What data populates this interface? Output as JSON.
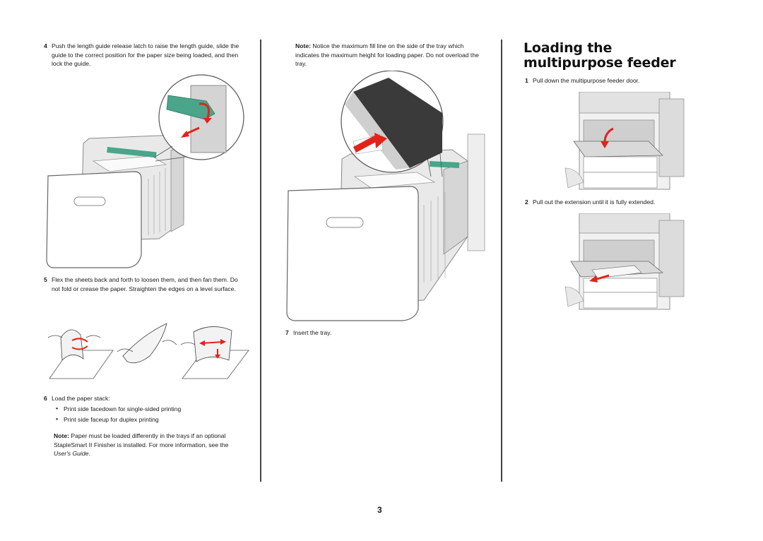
{
  "column1": {
    "step4": {
      "num": "4",
      "text": "Push the length guide release latch to raise the length guide, slide the guide to the correct position for the paper size being loaded, and then lock the guide."
    },
    "step5": {
      "num": "5",
      "text": "Flex the sheets back and forth to loosen them, and then fan them. Do not fold or crease the paper. Straighten the edges on a level surface."
    },
    "step6": {
      "num": "6",
      "text": "Load the paper stack:"
    },
    "bullets": [
      "Print side facedown for single-sided printing",
      "Print side faceup for duplex printing"
    ],
    "note": {
      "label": "Note:",
      "text": " Paper must be loaded differently in the trays if an optional StapleSmart II Finisher is installed. For more information, see the ",
      "guide": "User's Guide",
      "end": "."
    }
  },
  "column2": {
    "note": {
      "label": "Note:",
      "text": " Notice the maximum fill line on the side of the tray which indicates the maximum height for loading paper. Do not overload the tray."
    },
    "step7": {
      "num": "7",
      "text": "Insert the tray."
    }
  },
  "column3": {
    "heading": "Loading the multipurpose feeder",
    "step1": {
      "num": "1",
      "text": "Pull down the multipurpose feeder door."
    },
    "step2": {
      "num": "2",
      "text": "Pull out the extension until it is fully extended."
    }
  },
  "page_number": "3",
  "colors": {
    "arrow_red": "#e2231a",
    "guide_green": "#4aa58a",
    "rule": "#444444"
  }
}
